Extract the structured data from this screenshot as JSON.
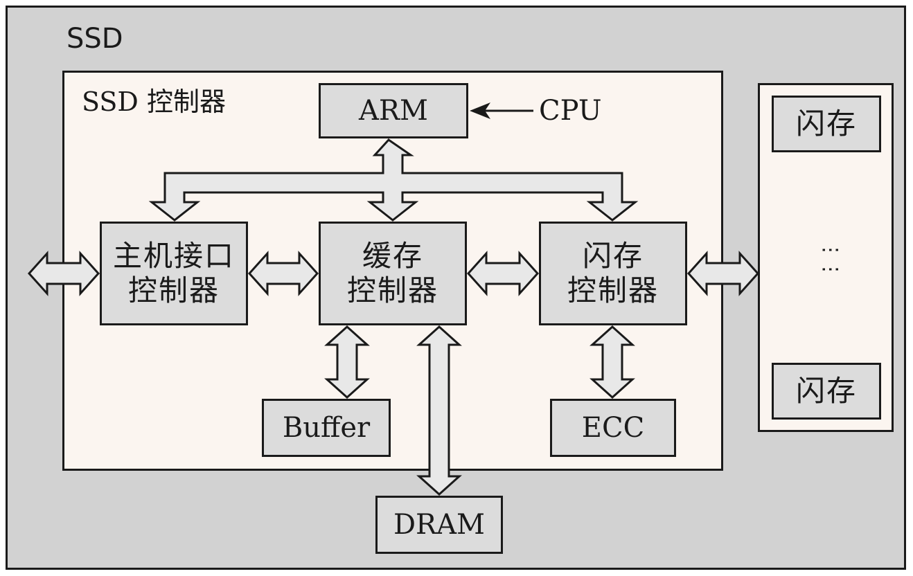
{
  "ssd": {
    "label": "SSD"
  },
  "controller": {
    "label": "SSD 控制器"
  },
  "boxes": {
    "arm": "ARM",
    "cpu": "CPU",
    "host_if": [
      "主机接口",
      "控制器"
    ],
    "cache_ctrl": [
      "缓存",
      "控制器"
    ],
    "flash_ctrl": [
      "闪存",
      "控制器"
    ],
    "buffer": "Buffer",
    "ecc": "ECC",
    "dram": "DRAM"
  },
  "flash_array": {
    "top_chip": "闪存",
    "ellipsis": "⋮⋮",
    "bottom_chip": "闪存"
  },
  "colors": {
    "outer_bg": "#d2d2d2",
    "panel_bg": "#fbf5f0",
    "box_bg": "#dcdcdc",
    "stroke": "#1a1a1a"
  }
}
